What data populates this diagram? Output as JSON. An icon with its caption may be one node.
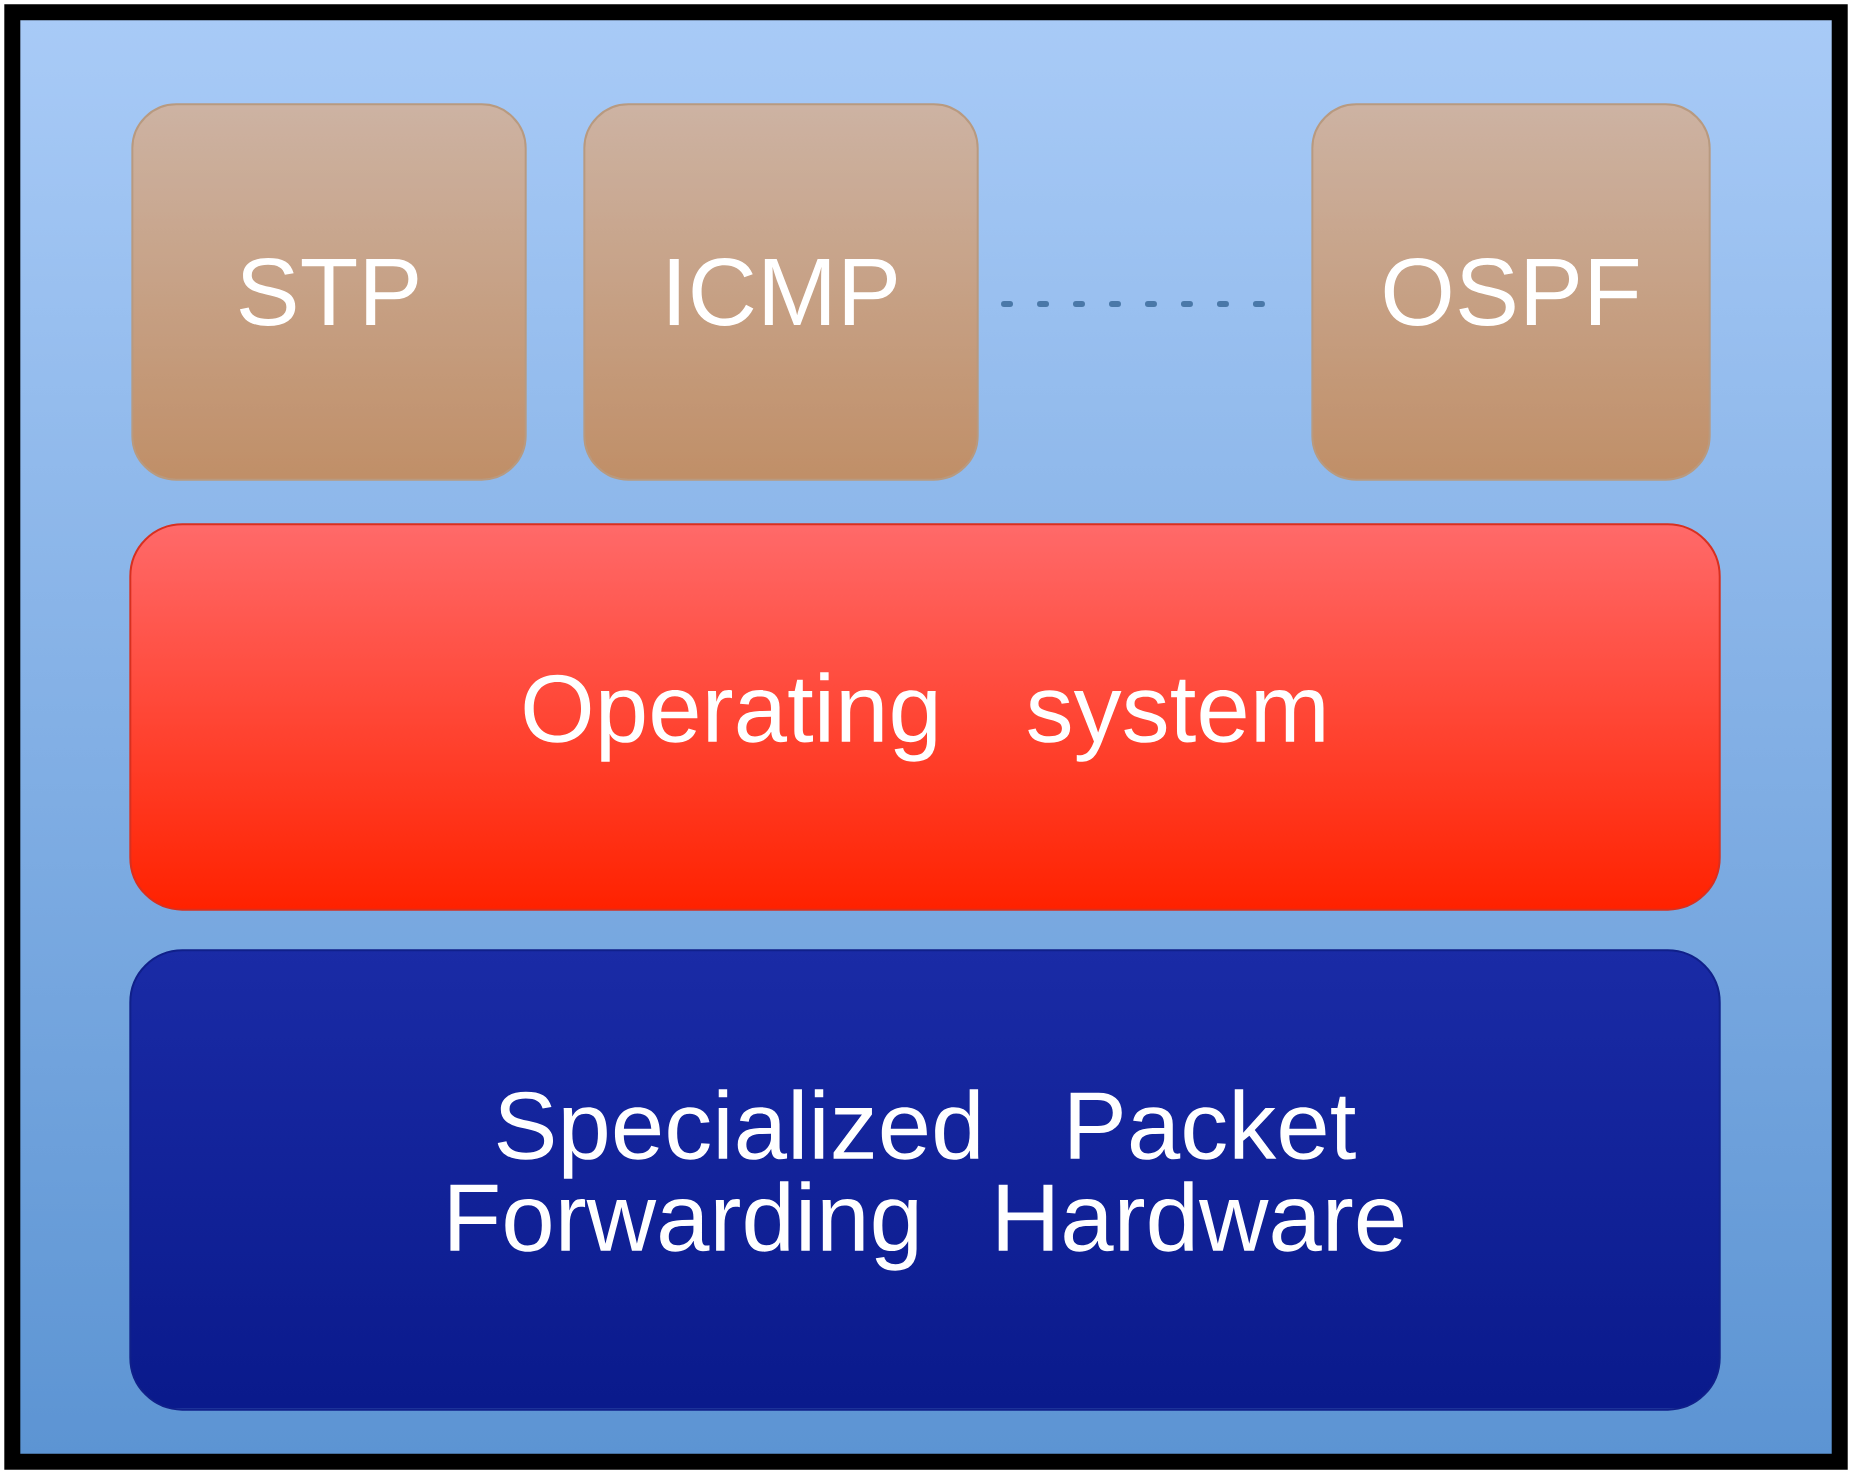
{
  "diagram": {
    "nodes": [
      {
        "text": [],
        "shape": "box"
      },
      {
        "text": [
          "STP"
        ],
        "in": 0
      },
      {
        "text": [
          "ICMP"
        ],
        "in": 0
      },
      {
        "text": [
          "OSPF"
        ],
        "in": 0
      },
      {
        "text": [
          "Operating system"
        ],
        "in": 0
      },
      {
        "text": [
          "Specialized Packet Forwarding Hardware"
        ],
        "in": 0
      }
    ]
  }
}
